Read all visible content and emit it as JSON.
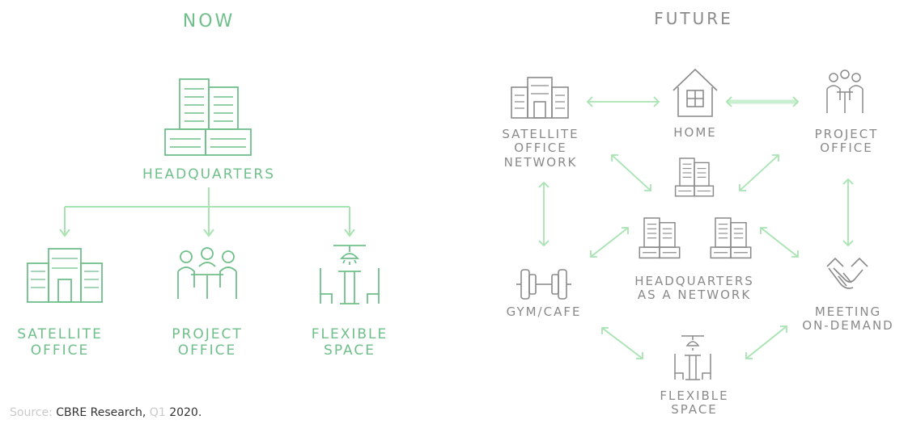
{
  "colors": {
    "now_green": "#6fbf8a",
    "future_gray": "#8a8a8a",
    "arrow_green": "#a8e3b2",
    "source_faint": "#c9c9c9",
    "source_text": "#333333"
  },
  "now": {
    "title": "NOW",
    "headquarters": "HEADQUARTERS",
    "satellite": [
      "SATELLITE",
      "OFFICE"
    ],
    "project": [
      "PROJECT",
      "OFFICE"
    ],
    "flexible": [
      "FLEXIBLE",
      "SPACE"
    ]
  },
  "future": {
    "title": "FUTURE",
    "satellite_network": [
      "SATELLITE",
      "OFFICE",
      "NETWORK"
    ],
    "home": "HOME",
    "project": [
      "PROJECT",
      "OFFICE"
    ],
    "hq_network": [
      "HEADQUARTERS",
      "AS A NETWORK"
    ],
    "gym": "GYM/CAFE",
    "meeting": [
      "MEETING",
      "ON-DEMAND"
    ],
    "flexible": [
      "FLEXIBLE",
      "SPACE"
    ]
  },
  "source": {
    "prefix": "Source:",
    "text": "CBRE Research,",
    "quarter": "Q1",
    "year": "2020."
  },
  "icons": {
    "building": "building-icon",
    "home": "house-icon",
    "meeting": "people-at-table-icon",
    "flexible": "cafe-table-icon",
    "gym": "dumbbell-icon",
    "handshake": "handshake-icon"
  }
}
